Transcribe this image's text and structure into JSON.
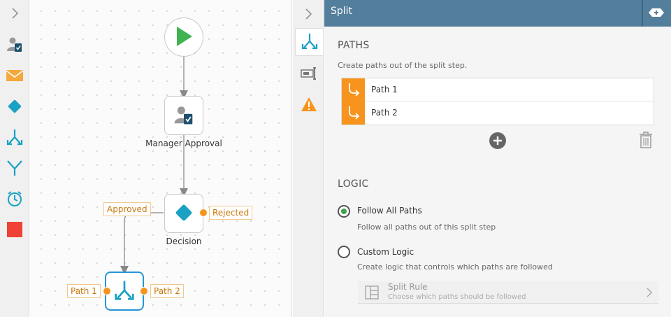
{
  "colors": {
    "header": "#537e9c",
    "accent_orange": "#f7941d",
    "accent_teal": "#1aa1c4",
    "selected_border": "#2596d8",
    "radio_checked": "#3fa34d",
    "stop_red": "#ef4135"
  },
  "toolbox": {
    "items": [
      {
        "icon": "chevron-right-icon"
      },
      {
        "icon": "approval-task-icon"
      },
      {
        "icon": "email-icon"
      },
      {
        "icon": "decision-icon"
      },
      {
        "icon": "split-icon"
      },
      {
        "icon": "merge-icon"
      },
      {
        "icon": "timer-icon"
      },
      {
        "icon": "stop-icon"
      }
    ]
  },
  "canvas": {
    "nodes": {
      "start": {
        "icon": "play-icon"
      },
      "manager_approval": {
        "label": "Manager Approval",
        "icon": "approval-task-icon"
      },
      "decision": {
        "label": "Decision",
        "icon": "decision-icon"
      },
      "split": {
        "icon": "split-icon"
      }
    },
    "ports": {
      "approved": "Approved",
      "rejected": "Rejected",
      "path1": "Path 1",
      "path2": "Path 2"
    }
  },
  "tabs": [
    {
      "icon": "split-icon",
      "active": true
    },
    {
      "icon": "form-field-icon",
      "active": false
    },
    {
      "icon": "warning-icon",
      "active": false
    }
  ],
  "panel": {
    "title": "Split",
    "header_button_icon": "add-shortcut-icon",
    "paths": {
      "title": "PATHS",
      "desc": "Create paths out of the split step.",
      "items": [
        {
          "label": "Path 1",
          "icon": "path-arrow-icon"
        },
        {
          "label": "Path 2",
          "icon": "path-arrow-icon"
        }
      ]
    },
    "logic": {
      "title": "LOGIC",
      "options": [
        {
          "label": "Follow All Paths",
          "desc": "Follow all paths out of this split step",
          "checked": true
        },
        {
          "label": "Custom Logic",
          "desc": "Create logic that controls which paths are followed",
          "checked": false
        }
      ],
      "rule": {
        "title": "Split Rule",
        "desc": "Choose which paths should be followed"
      }
    }
  }
}
